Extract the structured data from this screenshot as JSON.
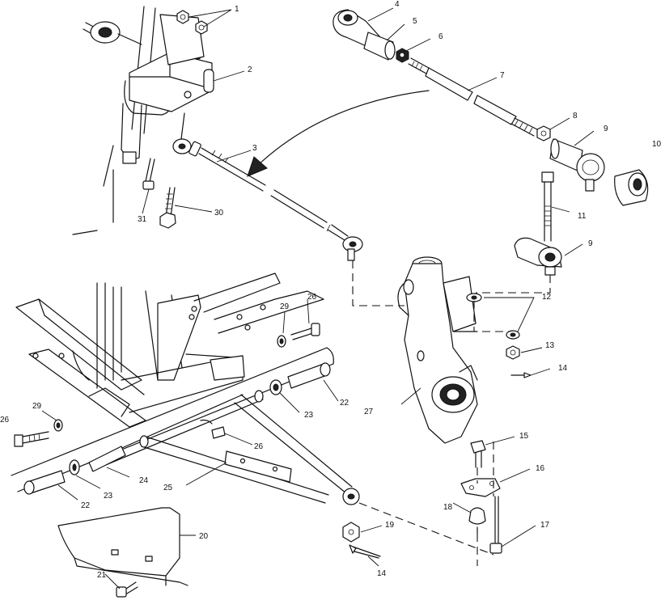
{
  "callouts": {
    "c1": "1",
    "c2": "2",
    "c3": "3",
    "c4": "4",
    "c5": "5",
    "c6": "6",
    "c7": "7",
    "c8": "8",
    "c9a": "9",
    "c9b": "9",
    "c10": "10",
    "c11": "11",
    "c12": "12",
    "c13": "13",
    "c14a": "14",
    "c14b": "14",
    "c15": "15",
    "c16": "16",
    "c17": "17",
    "c18": "18",
    "c19": "19",
    "c20": "20",
    "c21": "21",
    "c22a": "22",
    "c22b": "22",
    "c23a": "23",
    "c23b": "23",
    "c24": "24",
    "c25": "25",
    "c26a": "26",
    "c26b": "26",
    "c26c": "26",
    "c27": "27",
    "c29a": "29",
    "c29b": "29",
    "c30": "30",
    "c31": "31"
  }
}
